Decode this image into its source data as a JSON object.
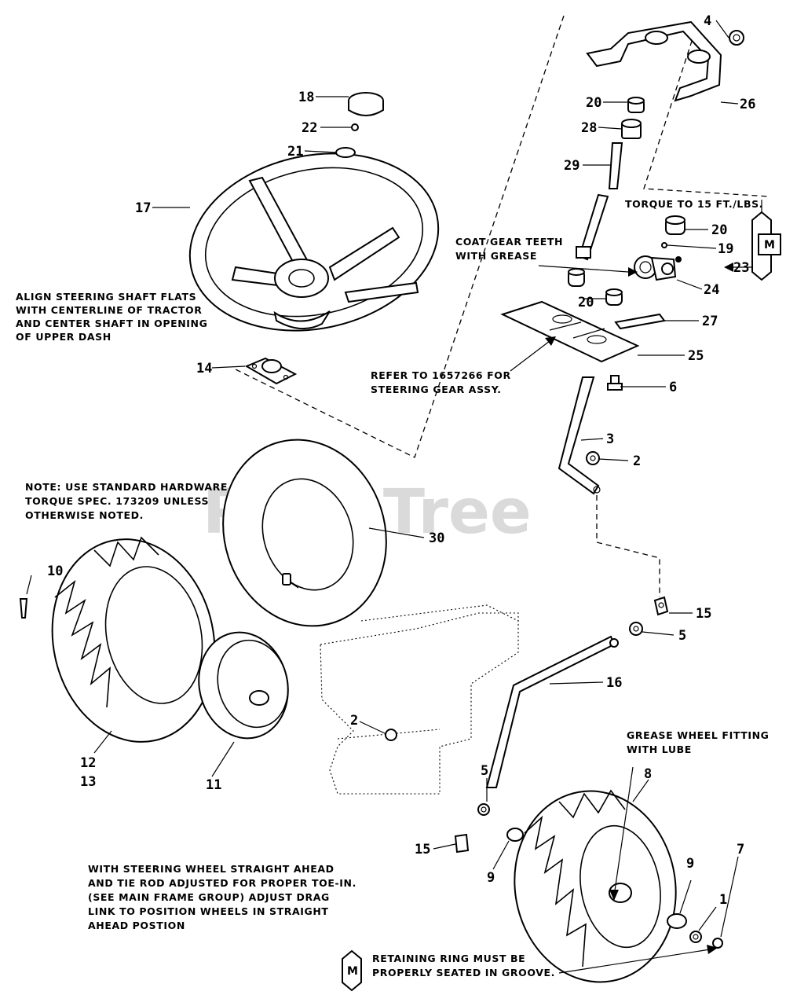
{
  "watermark": "PartsTree",
  "notes": {
    "align": [
      "ALIGN STEERING SHAFT FLATS",
      "WITH CENTERLINE OF TRACTOR",
      "AND CENTER SHAFT IN OPENING",
      "OF UPPER DASH"
    ],
    "hardware": [
      "NOTE:  USE STANDARD HARDWARE",
      "TORQUE SPEC. 173209 UNLESS",
      "OTHERWISE NOTED."
    ],
    "torque": "TORQUE TO 15 FT./LBS.",
    "coat": [
      "COAT GEAR TEETH",
      "WITH GREASE"
    ],
    "refer": [
      "REFER TO 1657266 FOR",
      "STEERING GEAR ASSY."
    ],
    "grease": [
      "GREASE WHEEL FITTING",
      "WITH LUBE"
    ],
    "straight": [
      "WITH STEERING WHEEL STRAIGHT AHEAD",
      "AND TIE ROD ADJUSTED FOR PROPER TOE-IN.",
      "(SEE MAIN FRAME GROUP) ADJUST DRAG",
      "LINK TO POSITION WHEELS IN STRAIGHT",
      "AHEAD POSTION"
    ],
    "retain": [
      "RETAINING RING MUST BE",
      "PROPERLY SEATED IN GROOVE."
    ]
  },
  "markers": {
    "m_symbol": "M"
  },
  "callouts": {
    "c4": "4",
    "c26": "26",
    "c18": "18",
    "c22": "22",
    "c21": "21",
    "c20a": "20",
    "c28": "28",
    "c29": "29",
    "c17": "17",
    "c20b": "20",
    "c19": "19",
    "c23": "23",
    "c24": "24",
    "c20c": "20",
    "c27": "27",
    "c25": "25",
    "c14": "14",
    "c6": "6",
    "c3": "3",
    "c2a": "2",
    "c30": "30",
    "c10": "10",
    "c15a": "15",
    "c5a": "5",
    "c16": "16",
    "c2b": "2",
    "c12": "12",
    "c13": "13",
    "c11": "11",
    "c8": "8",
    "c5b": "5",
    "c15b": "15",
    "c9a": "9",
    "c9b": "9",
    "c1": "1",
    "c7": "7"
  }
}
